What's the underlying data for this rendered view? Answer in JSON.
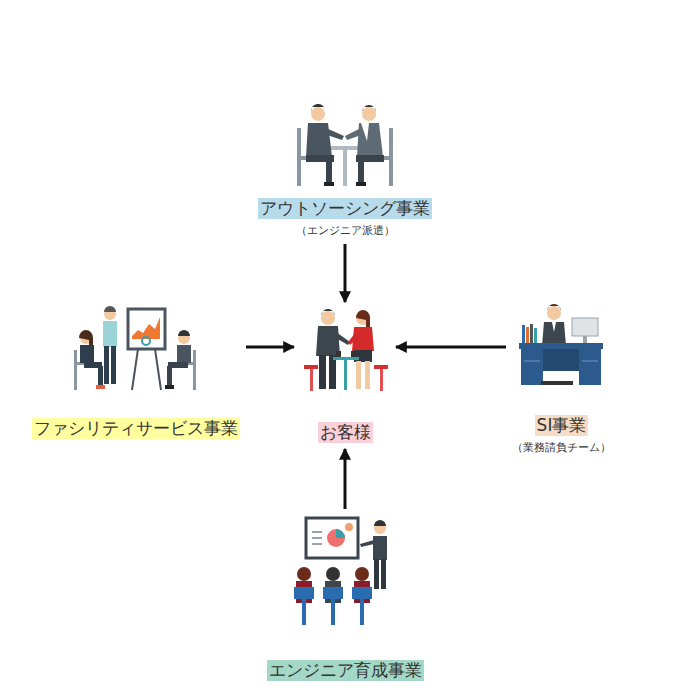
{
  "diagram": {
    "nodes": [
      {
        "text": [
          "アウトソーシング事業",
          "（エンジニア派遣）"
        ]
      },
      {
        "text": [
          "ファシリティサービス事業"
        ]
      },
      {
        "text": [
          "お客様"
        ]
      },
      {
        "text": [
          "SI事業",
          "（業務請負チーム）"
        ]
      },
      {
        "text": [
          "エンジニア育成事業"
        ]
      }
    ],
    "edges": [
      {
        "from": 0,
        "to": 2,
        "arrow": "to"
      },
      {
        "from": 1,
        "to": 2,
        "arrow": "to"
      },
      {
        "from": 3,
        "to": 2,
        "arrow": "to"
      },
      {
        "from": 4,
        "to": 2,
        "arrow": "to"
      }
    ]
  }
}
